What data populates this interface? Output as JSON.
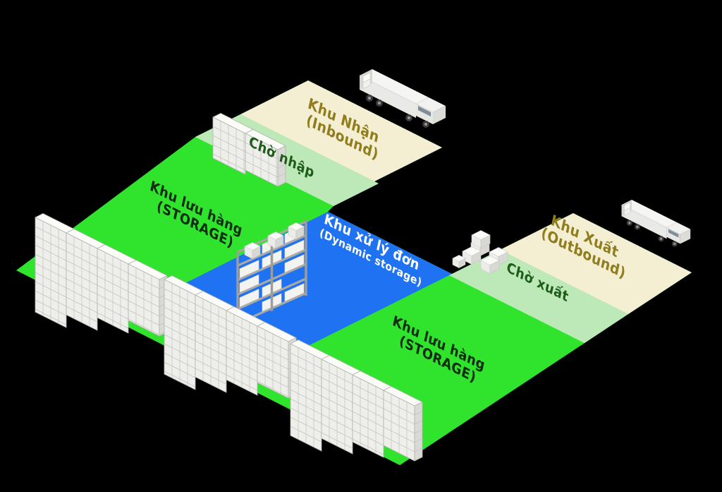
{
  "diagram": {
    "background_color": "#000000",
    "zones": {
      "inbound": {
        "label": "Khu Nhận",
        "sublabel": "(Inbound)",
        "fill": "#f4eed3",
        "text_color": "#8f7d1e"
      },
      "waiting_in": {
        "label": "Chờ nhập",
        "sublabel": "",
        "fill": "#bde9b9",
        "text_color": "#1e5c1a"
      },
      "storage_left": {
        "label": "Khu lưu hàng",
        "sublabel": "(STORAGE)",
        "fill": "#30e42e",
        "text_color": "#0d2d0d"
      },
      "dynamic": {
        "label": "Khu xử lý đơn",
        "sublabel": "(Dynamic storage)",
        "fill": "#1f72f2",
        "text_color": "#ffffff"
      },
      "outbound": {
        "label": "Khu Xuất",
        "sublabel": "(Outbound)",
        "fill": "#f4eed3",
        "text_color": "#8f7d1e"
      },
      "waiting_out": {
        "label": "Chờ xuất",
        "sublabel": "",
        "fill": "#bde9b9",
        "text_color": "#1e5c1a"
      },
      "storage_right": {
        "label": "Khu lưu hàng",
        "sublabel": "(STORAGE)",
        "fill": "#30e42e",
        "text_color": "#0d2d0d"
      }
    }
  }
}
